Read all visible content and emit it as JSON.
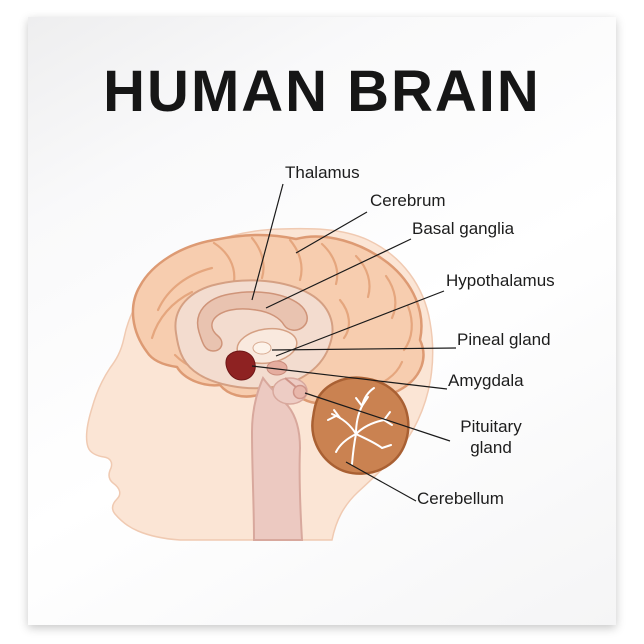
{
  "title": "HUMAN BRAIN",
  "labels": [
    {
      "id": "thalamus",
      "text": "Thalamus"
    },
    {
      "id": "cerebrum",
      "text": "Cerebrum"
    },
    {
      "id": "basal-ganglia",
      "text": "Basal ganglia"
    },
    {
      "id": "hypothalamus",
      "text": "Hypothalamus"
    },
    {
      "id": "pineal-gland",
      "text": "Pineal gland"
    },
    {
      "id": "amygdala",
      "text": "Amygdala"
    },
    {
      "id": "pituitary-gland",
      "text": "Pituitary gland"
    },
    {
      "id": "cerebellum",
      "text": "Cerebellum"
    }
  ],
  "colors": {
    "head": "#fbe5d5",
    "headOutline": "#f0cab2",
    "brain": "#f7cdaf",
    "brainOutline": "#dd9a73",
    "fold": "#e5a67e",
    "inner": "#f3dccf",
    "innerOutline": "#d5a083",
    "callosum": "#e9c3b0",
    "thalamus": "#f9e9de",
    "pineal": "#fdf3ea",
    "amygdala": "#8e2222",
    "hypothalamus": "#e5ad9f",
    "pons": "#edccc4",
    "pituitary": "#e8b7ab",
    "brainstem": "#ecc9c1",
    "brainstemOutline": "#d8a89d",
    "cerebellum": "#ca8251",
    "cerebellumOutline": "#a96033",
    "arbor": "#ffffff",
    "line": "#1a1a1a",
    "text": "#1d1d1d"
  }
}
